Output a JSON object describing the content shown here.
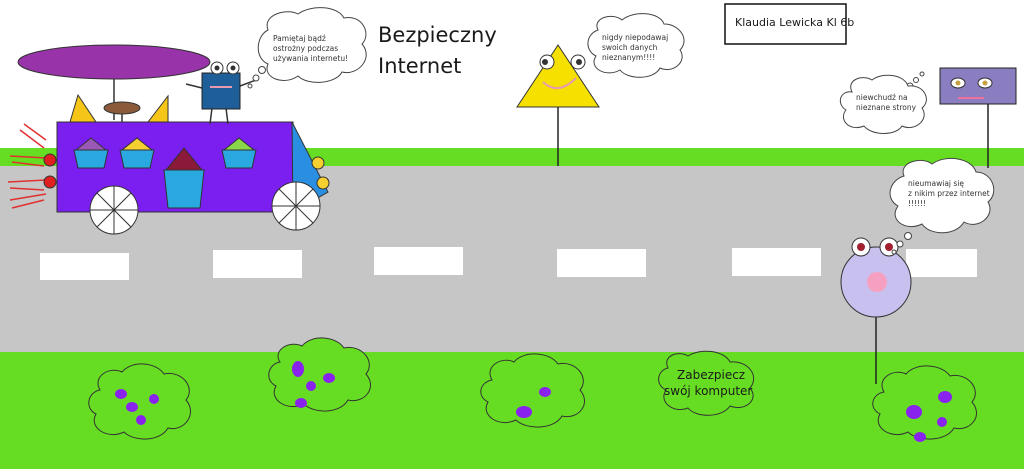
{
  "title": {
    "line1": "Bezpieczny",
    "line2": "Internet"
  },
  "author": "Klaudia Lewicka Kl 6b",
  "bubbles": {
    "robot": [
      "Pamiętaj bądź",
      "ostrożny podczas",
      "używania internetu!"
    ],
    "triangle": [
      "nigdy niepodawaj",
      "swoich danych",
      "nieznanym!!!!"
    ],
    "sign": [
      "niewchudź na",
      "nieznane strony"
    ],
    "ball": [
      "nieumawiaj się",
      "z nikim przez internet",
      "!!!!!!"
    ]
  },
  "caption": {
    "line1": "Zabezpiecz",
    "line2": "swój komputer"
  },
  "colors": {
    "sky": "#ffffff",
    "grass": "#66dd22",
    "road": "#c6c6c6",
    "lane_marking": "#ffffff",
    "bus_body": "#7a1ff0",
    "bus_front": "#2a8fe0",
    "canopy": "#9933aa",
    "robot_body": "#1f5f99",
    "triangle": "#f5e000",
    "sign_board": "#8a7ec0",
    "ball": "#c8c0ee",
    "bush_dot": "#8a22ee"
  }
}
